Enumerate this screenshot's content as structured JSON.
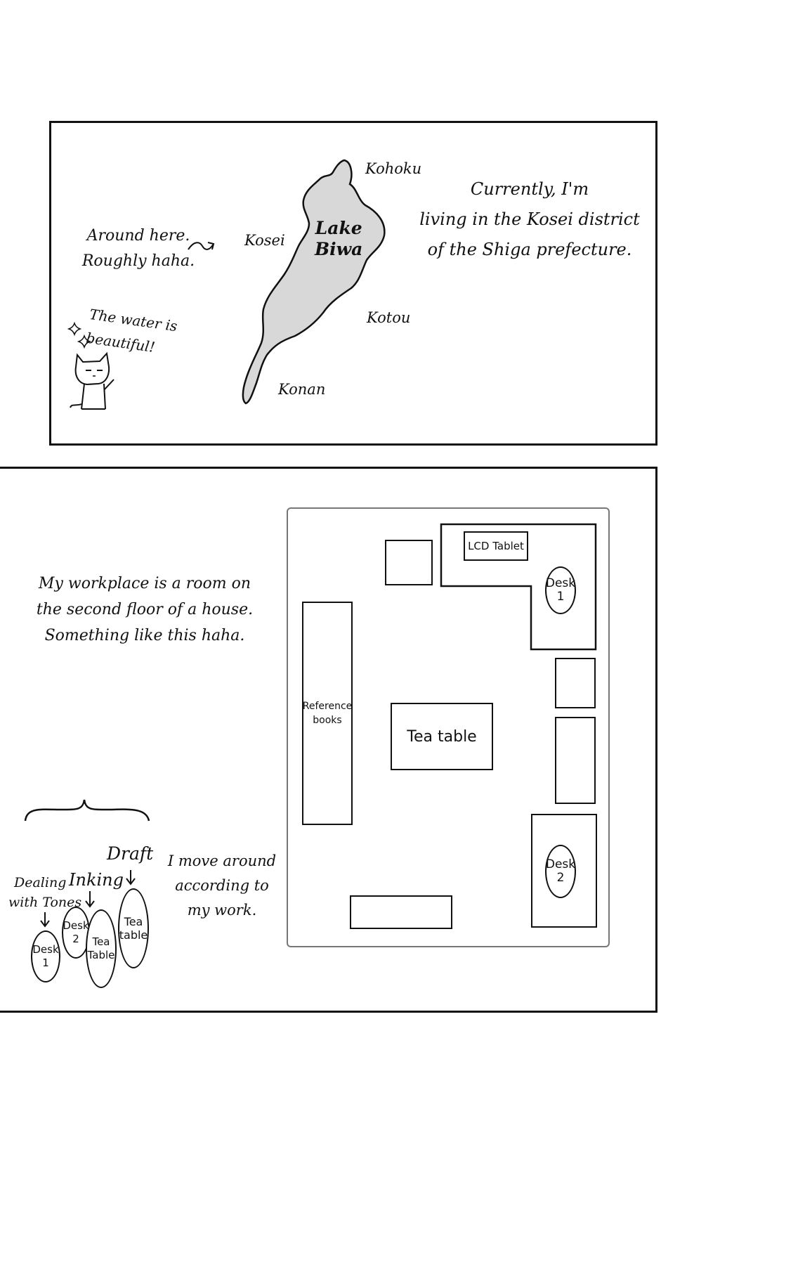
{
  "map_panel": {
    "intro_lines": [
      "Currently, I'm",
      "living in the Kosei district",
      "of the Shiga prefecture."
    ],
    "pointer_lines": [
      "Around here.",
      "Roughly haha."
    ],
    "cat_speech_lines": [
      "The water is",
      "beautiful!"
    ],
    "lake_label_lines": [
      "Lake",
      "Biwa"
    ],
    "regions": {
      "kohoku": "Kohoku",
      "kosei": "Kosei",
      "kotou": "Kotou",
      "konan": "Konan"
    }
  },
  "room_panel": {
    "description_lines": [
      "My workplace is a room on",
      "the second floor of a house.",
      "Something like this haha."
    ],
    "floor_plan": {
      "lcd_tablet": "LCD Tablet",
      "desk1_lines": [
        "Desk",
        "1"
      ],
      "desk2_lines": [
        "Desk",
        "2"
      ],
      "reference_lines": [
        "Reference",
        "books"
      ],
      "tea_table": "Tea table"
    },
    "workflow": {
      "move_lines": [
        "I move around",
        "according to",
        "my work."
      ],
      "draft": "Draft",
      "inking": "Inking",
      "tones_lines": [
        "Dealing",
        "with Tones"
      ],
      "desk1_lines": [
        "Desk",
        "1"
      ],
      "desk2_lines": [
        "Desk",
        "2"
      ],
      "tea1_lines": [
        "Tea",
        "Table"
      ],
      "tea2_lines": [
        "Tea",
        "table"
      ]
    }
  }
}
